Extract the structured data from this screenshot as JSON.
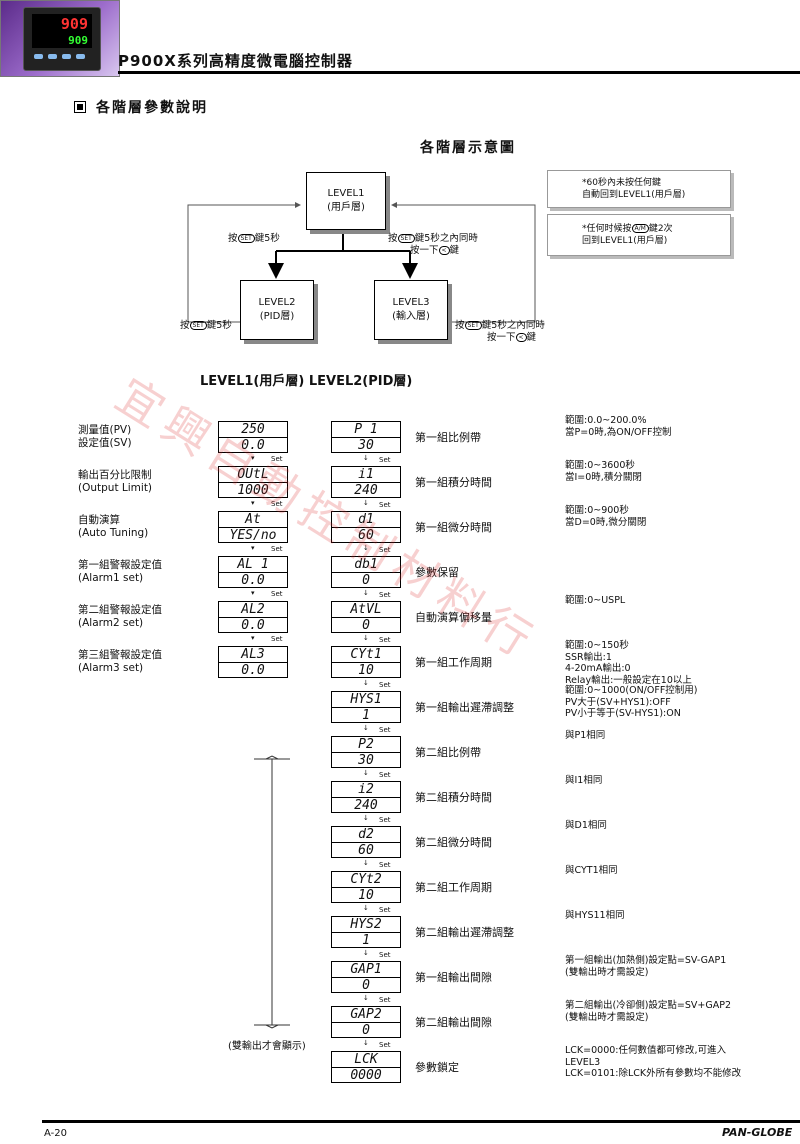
{
  "header": {
    "title": "P900X系列高精度微電腦控制器",
    "device_pv": "909",
    "device_sv": "909"
  },
  "section": {
    "title": "各階層參數說明",
    "diagram_title": "各階層示意圖"
  },
  "levels": {
    "level1": {
      "name": "LEVEL1",
      "desc": "(用戶層)"
    },
    "level2": {
      "name": "LEVEL2",
      "desc": "(PID層)"
    },
    "level3": {
      "name": "LEVEL3",
      "desc": "(輸入層)"
    }
  },
  "flow": {
    "to_level2_pre": "按",
    "to_level2_key": "SET",
    "to_level2_post": "鍵5秒",
    "to_level3_pre": "按",
    "to_level3_key": "SET",
    "to_level3_mid": "鍵5秒之內同時",
    "to_level3_line2_pre": "按一下",
    "to_level3_line2_key": "<",
    "to_level3_line2_post": "鍵",
    "back_l2_pre": "按",
    "back_l2_key": "SET",
    "back_l2_post": "鍵5秒",
    "back_l3_pre": "按",
    "back_l3_key": "SET",
    "back_l3_mid": "鍵5秒之內同時",
    "back_l3_line2_pre": "按一下",
    "back_l3_line2_key": "<",
    "back_l3_line2_post": "鍵"
  },
  "notes": {
    "note1_line1": "*60秒內未按任何鍵",
    "note1_line2": "自動回到LEVEL1(用戶層)",
    "note2_pre": "*任何时候按",
    "note2_key": "A/M",
    "note2_post": "鍵2次",
    "note2_line2": "回到LEVEL1(用戶層)"
  },
  "levels_heading": "LEVEL1(用戶層) LEVEL2(PID層)",
  "set_label": "Set",
  "level1_rows": [
    {
      "label1": "測量值(PV)",
      "label2": "設定值(SV)",
      "top": "250",
      "bottom": "0.0"
    },
    {
      "label1": "輸出百分比限制",
      "label2": "(Output Limit)",
      "top": "OUtL",
      "bottom": "1000"
    },
    {
      "label1": "自動演算",
      "label2": "(Auto Tuning)",
      "top": "At",
      "bottom": "YES/no"
    },
    {
      "label1": "第一組警報設定值",
      "label2": "(Alarm1 set)",
      "top": "AL 1",
      "bottom": "0.0"
    },
    {
      "label1": "第二組警報設定值",
      "label2": "(Alarm2 set)",
      "top": "AL2",
      "bottom": "0.0"
    },
    {
      "label1": "第三組警報設定值",
      "label2": "(Alarm3 set)",
      "top": "AL3",
      "bottom": "0.0"
    }
  ],
  "level2_rows": [
    {
      "top": "P 1",
      "bottom": "30",
      "name": "第一組比例帶",
      "notes": [
        "範圍:0.0~200.0%",
        "當P=0時,為ON/OFF控制"
      ]
    },
    {
      "top": "i1",
      "bottom": "240",
      "name": "第一組積分時間",
      "notes": [
        "範圍:0~3600秒",
        "當I=0時,積分關閉"
      ]
    },
    {
      "top": "d1",
      "bottom": "60",
      "name": "第一組微分時間",
      "notes": [
        "範圍:0~900秒",
        "當D=0時,微分關閉"
      ]
    },
    {
      "top": "db1",
      "bottom": "0",
      "name": "參數保留",
      "notes": []
    },
    {
      "top": "AtVL",
      "bottom": "0",
      "name": "自動演算偏移量",
      "notes": [
        "範圍:0~USPL"
      ]
    },
    {
      "top": "CYt1",
      "bottom": "10",
      "name": "第一組工作周期",
      "notes": [
        "範圍:0~150秒",
        "SSR輸出:1",
        "4-20mA輸出:0",
        "Relay輸出:一般設定在10以上"
      ]
    },
    {
      "top": "HYS1",
      "bottom": "1",
      "name": "第一組輸出遲滯調整",
      "notes": [
        "範圍:0~1000(ON/OFF控制用)",
        "PV大于(SV+HYS1):OFF",
        "PV小于等于(SV-HYS1):ON"
      ]
    },
    {
      "top": "P2",
      "bottom": "30",
      "name": "第二組比例帶",
      "notes": [
        "與P1相同"
      ]
    },
    {
      "top": "i2",
      "bottom": "240",
      "name": "第二組積分時間",
      "notes": [
        "與I1相同"
      ]
    },
    {
      "top": "d2",
      "bottom": "60",
      "name": "第二組微分時間",
      "notes": [
        "與D1相同"
      ]
    },
    {
      "top": "CYt2",
      "bottom": "10",
      "name": "第二組工作周期",
      "notes": [
        "與CYT1相同"
      ]
    },
    {
      "top": "HYS2",
      "bottom": "1",
      "name": "第二組輸出遲滯調整",
      "notes": [
        "與HYS11相同"
      ]
    },
    {
      "top": "GAP1",
      "bottom": "0",
      "name": "第一組輸出間隙",
      "notes": [
        "第一組輸出(加熱側)設定點=SV-GAP1",
        "(雙輸出時才需設定)"
      ]
    },
    {
      "top": "GAP2",
      "bottom": "0",
      "name": "第二組輸出間隙",
      "notes": [
        "第二組輸出(冷卻側)設定點=SV+GAP2",
        "(雙輸出時才需設定)"
      ]
    },
    {
      "top": "LCK",
      "bottom": "0000",
      "name": "參數鎖定",
      "notes": [
        "LCK=0000:任何數值都可修改,可進入",
        "LEVEL3",
        "LCK=0101:除LCK外所有參數均不能修改"
      ]
    }
  ],
  "both_output_label": "(雙輸出才會顯示)",
  "watermark": "宜興自動控制材料行",
  "footer": {
    "page": "A-20",
    "brand": "PAN-GLOBE"
  }
}
